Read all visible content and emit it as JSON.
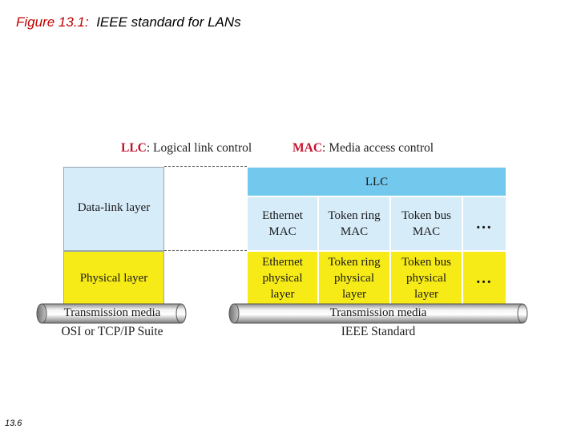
{
  "figure": {
    "title_lead": "Figure 13.1:",
    "title_rest": "IEEE standard for LANs",
    "page_number": "13.6"
  },
  "legend": {
    "llc_abbr": "LLC",
    "llc_text": ": Logical link control",
    "mac_abbr": "MAC",
    "mac_text": ": Media access control"
  },
  "osi": {
    "data_link": "Data-link layer",
    "physical": "Physical layer",
    "media": "Transmission media",
    "caption": "OSI or TCP/IP Suite"
  },
  "ieee": {
    "llc": "LLC",
    "mac_cells": [
      "Ethernet MAC",
      "Token ring MAC",
      "Token bus MAC"
    ],
    "physical_cells": [
      "Ethernet physical layer",
      "Token ring physical layer",
      "Token bus physical layer"
    ],
    "ellipsis": "…",
    "media": "Transmission media",
    "caption": "IEEE Standard"
  },
  "colors": {
    "osi_blue": "#d6ecf8",
    "ieee_blue": "#73c8ee",
    "yellow": "#f7eb17",
    "accent_red": "#c8102e"
  }
}
